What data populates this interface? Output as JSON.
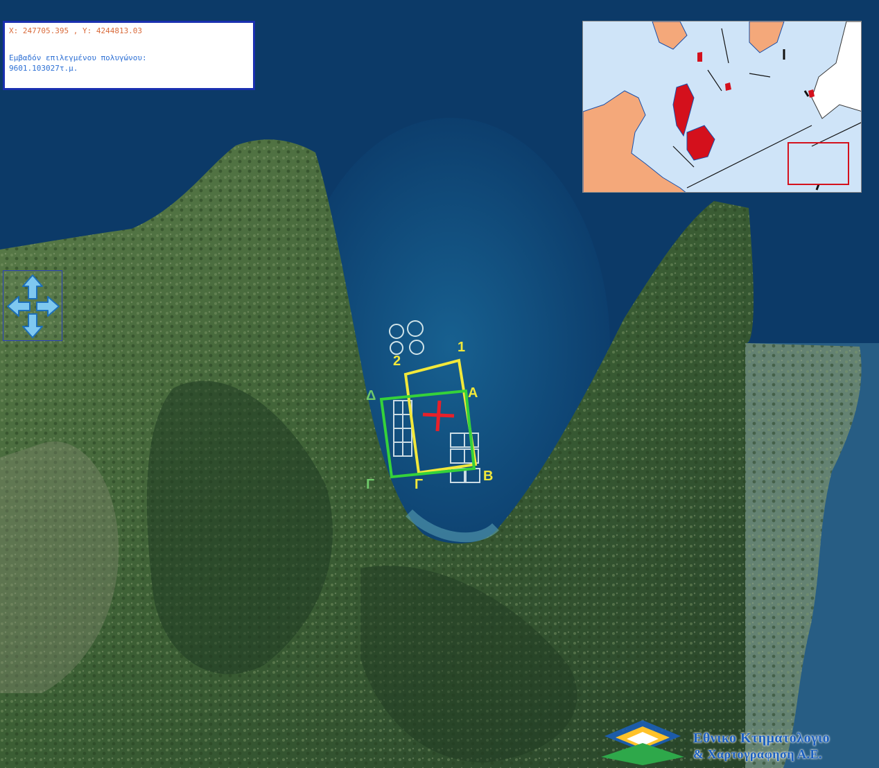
{
  "info_box": {
    "coords_text": "X: 247705.395 , Y: 4244813.03",
    "area_label": "Εμβαδόν επιλεγμένου πολυγώνου:",
    "area_value": "9601.103027τ.μ."
  },
  "pan_control": {
    "up": "pan-up-icon",
    "down": "pan-down-icon",
    "left": "pan-left-icon",
    "right": "pan-right-icon"
  },
  "labels": {
    "yellow_1": "1",
    "yellow_2": "2",
    "yellow_A": "A",
    "yellow_B": "B",
    "yellow_Gamma": "Γ",
    "green_Delta": "Δ",
    "green_Gamma": "Γ"
  },
  "colors": {
    "yellow_polygon": "#f2e83a",
    "green_polygon": "#35d23a",
    "marker": "#e8202a",
    "inset_land": "#f4a87a",
    "inset_highlight": "#d4101c",
    "inset_sea": "#cfe4f8"
  },
  "logo": {
    "line1": "Εθνικο Κτηματολογιο",
    "line2": "& Χαρτογραφηση Α.Ε."
  }
}
